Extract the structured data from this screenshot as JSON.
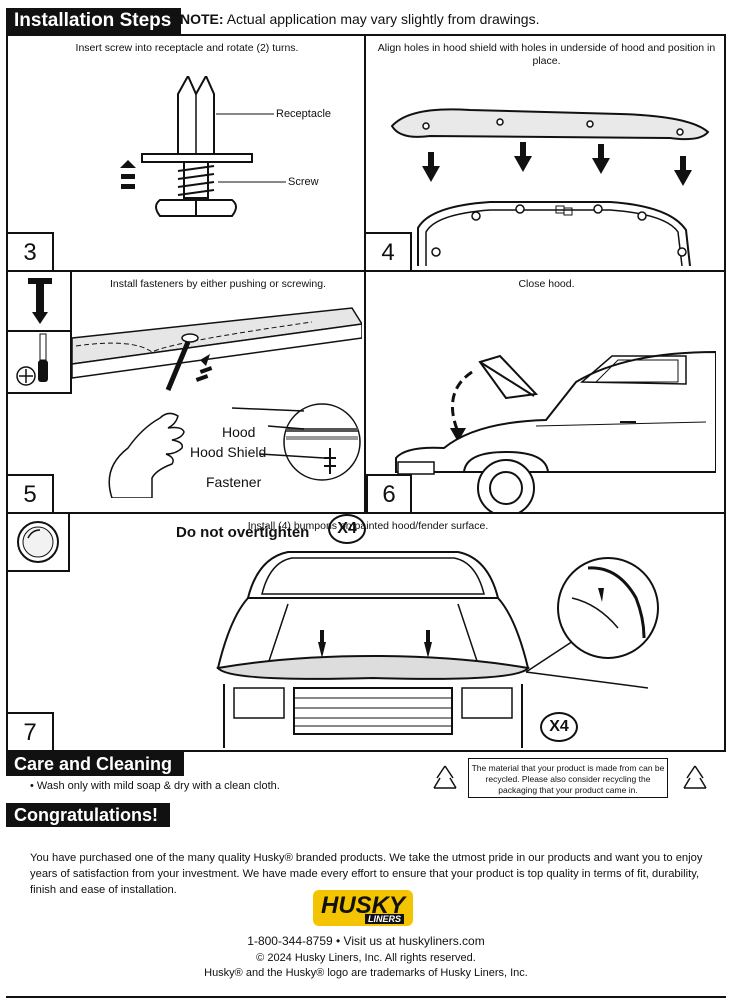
{
  "header": {
    "title": "Installation Steps",
    "note_bold": "NOTE:",
    "note_text": "Actual application may vary slightly from drawings."
  },
  "steps": {
    "s3": {
      "number": "3",
      "caption": "Insert screw into receptacle and rotate (2) turns.",
      "label_receptacle": "Receptacle",
      "label_screw": "Screw"
    },
    "s4": {
      "number": "4",
      "caption": "Align holes in hood shield with holes in underside of hood and position in place."
    },
    "s5": {
      "number": "5",
      "caption": "Install fasteners by either pushing or screwing.",
      "label_hood": "Hood",
      "label_hood_shield": "Hood Shield",
      "label_fastener": "Fastener",
      "warning": "Do not overtighten",
      "quantity": "X4"
    },
    "s6": {
      "number": "6",
      "caption": "Close hood."
    },
    "s7": {
      "number": "7",
      "caption": "Install (4)  bumpons on painted hood/fender surface.",
      "quantity": "X4"
    }
  },
  "care": {
    "title": "Care and Cleaning",
    "bullet": "• Wash only with mild soap & dry with a clean cloth.",
    "recycle_note": "The material that your product is made from can be recycled. Please also consider recycling the packaging that your product came in."
  },
  "congrats": {
    "title": "Congratulations!",
    "paragraph": "You have purchased one of the many quality Husky® branded products.  We take the utmost pride in our products and want you to enjoy years of satisfaction from your investment.  We have made every effort to ensure that your product is top quality in terms of fit, durability, finish and ease of installation."
  },
  "logo": {
    "brand": "HUSKY",
    "sub": "LINERS",
    "color": "#f5c400"
  },
  "footer": {
    "contact": "1-800-344-8759  •  Visit us at huskyliners.com",
    "copyright": "© 2024 Husky Liners, Inc.  All rights reserved.",
    "trademark": "Husky® and the Husky® logo are trademarks of Husky Liners, Inc."
  }
}
